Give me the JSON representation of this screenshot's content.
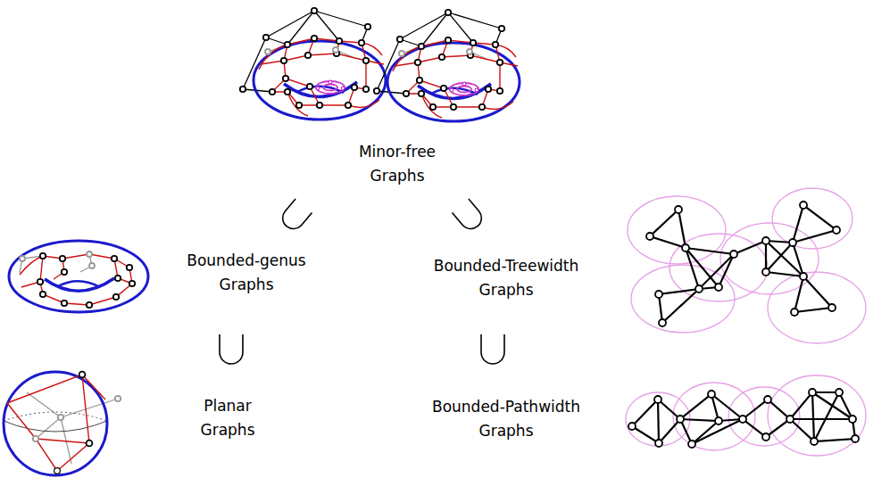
{
  "diagram": {
    "labels": [
      "Minor-free Graphs",
      "Bounded-genus Graphs",
      "Bounded-Treewidth Graphs",
      "Planar Graphs",
      "Bounded-Pathwidth Graphs"
    ]
  }
}
